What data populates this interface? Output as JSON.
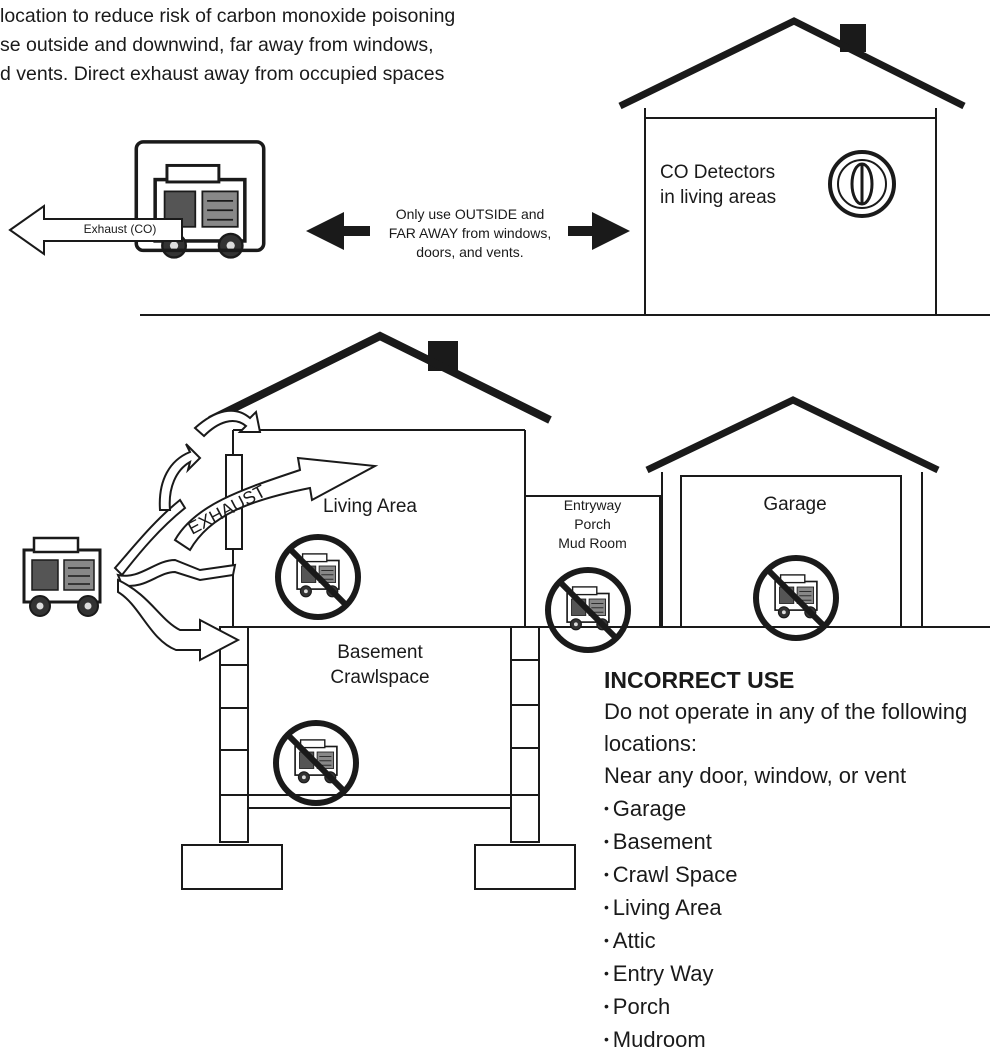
{
  "intro_text": "location to reduce risk of carbon monoxide poisoning\nse outside and downwind, far away from windows,\nd vents. Direct exhaust away from occupied spaces",
  "top_scene": {
    "exhaust_label": "Exhaust (CO)",
    "guidance_label": "Only use OUTSIDE and\nFAR AWAY from windows,\ndoors, and vents.",
    "detector_label": "CO Detectors\nin living areas",
    "icons": [
      "generator-icon",
      "left-arrow-icon",
      "double-arrow-icon",
      "house-icon",
      "co-detector-icon"
    ]
  },
  "bottom_scene": {
    "exhaust_word": "EXHAUST",
    "rooms": {
      "living_area": "Living Area",
      "entryway": "Entryway\nPorch\nMud Room",
      "garage": "Garage",
      "basement": "Basement\nCrawlspace"
    },
    "icons": [
      "no-generator-icon",
      "exhaust-arrow-icon",
      "house-icon",
      "garage-icon"
    ]
  },
  "warning": {
    "heading": "INCORRECT USE",
    "intro": "Do not operate in any of the following locations:",
    "note": "Near any door, window, or vent",
    "items": [
      "Garage",
      "Basement",
      "Crawl Space",
      "Living Area",
      "Attic",
      "Entry Way",
      "Porch",
      "Mudroom"
    ]
  },
  "colors": {
    "ink": "#1a1a1a",
    "background": "#ffffff"
  }
}
